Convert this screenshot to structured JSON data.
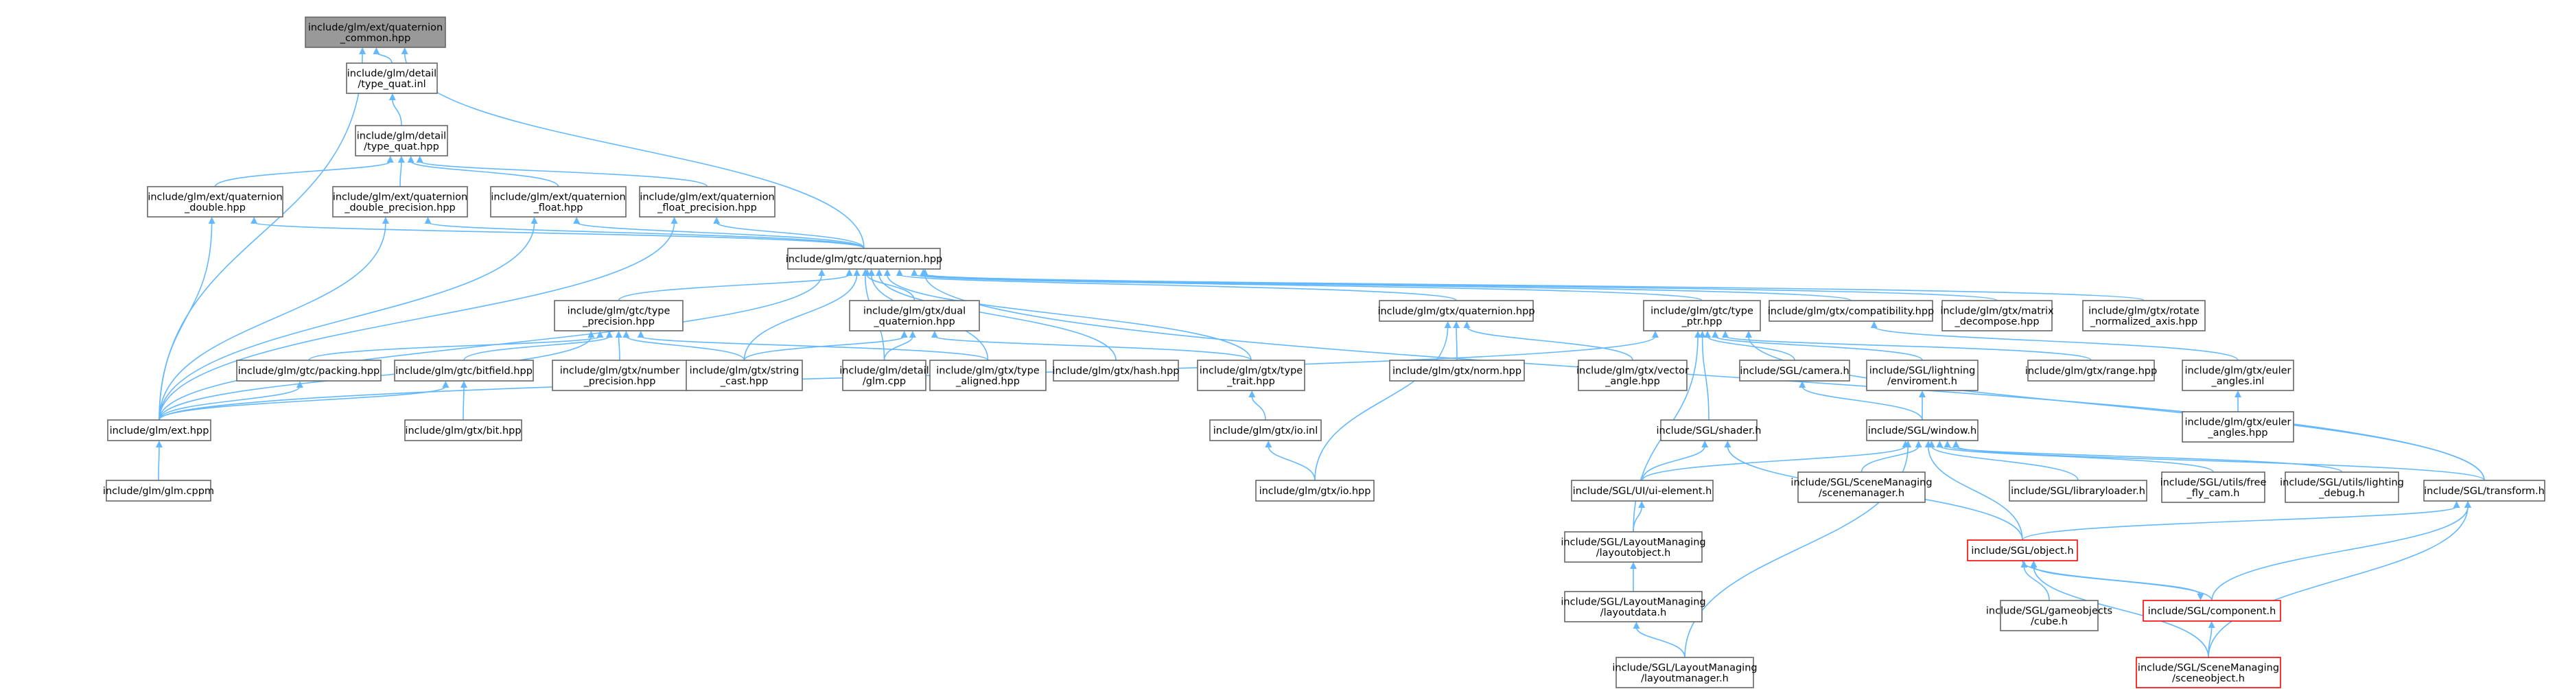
{
  "nodes": [
    {
      "id": "root",
      "lines": [
        "include/glm/ext/quaternion",
        "_common.hpp"
      ],
      "style": "root"
    },
    {
      "id": "type_quat_inl",
      "lines": [
        "include/glm/detail",
        "/type_quat.inl"
      ]
    },
    {
      "id": "type_quat_hpp",
      "lines": [
        "include/glm/detail",
        "/type_quat.hpp"
      ]
    },
    {
      "id": "q_double",
      "lines": [
        "include/glm/ext/quaternion",
        "_double.hpp"
      ]
    },
    {
      "id": "q_double_prec",
      "lines": [
        "include/glm/ext/quaternion",
        "_double_precision.hpp"
      ]
    },
    {
      "id": "q_float",
      "lines": [
        "include/glm/ext/quaternion",
        "_float.hpp"
      ]
    },
    {
      "id": "q_float_prec",
      "lines": [
        "include/glm/ext/quaternion",
        "_float_precision.hpp"
      ]
    },
    {
      "id": "gtc_quat",
      "lines": [
        "include/glm/gtc/quaternion.hpp"
      ]
    },
    {
      "id": "gtc_type_prec",
      "lines": [
        "include/glm/gtc/type",
        "_precision.hpp"
      ]
    },
    {
      "id": "gtx_dual",
      "lines": [
        "include/glm/gtx/dual",
        "_quaternion.hpp"
      ]
    },
    {
      "id": "gtx_quat",
      "lines": [
        "include/glm/gtx/quaternion.hpp"
      ]
    },
    {
      "id": "gtc_type_ptr",
      "lines": [
        "include/glm/gtc/type",
        "_ptr.hpp"
      ]
    },
    {
      "id": "gtx_compat",
      "lines": [
        "include/glm/gtx/compatibility.hpp"
      ]
    },
    {
      "id": "gtx_matdec",
      "lines": [
        "include/glm/gtx/matrix",
        "_decompose.hpp"
      ]
    },
    {
      "id": "gtx_rotnorm",
      "lines": [
        "include/glm/gtx/rotate",
        "_normalized_axis.hpp"
      ]
    },
    {
      "id": "gtc_packing",
      "lines": [
        "include/glm/gtc/packing.hpp"
      ]
    },
    {
      "id": "gtc_bitfield",
      "lines": [
        "include/glm/gtc/bitfield.hpp"
      ]
    },
    {
      "id": "gtx_numprec",
      "lines": [
        "include/glm/gtx/number",
        "_precision.hpp"
      ]
    },
    {
      "id": "gtx_strcast",
      "lines": [
        "include/glm/gtx/string",
        "_cast.hpp"
      ]
    },
    {
      "id": "glm_cpp",
      "lines": [
        "include/glm/detail",
        "/glm.cpp"
      ]
    },
    {
      "id": "gtx_typealigned",
      "lines": [
        "include/glm/gtx/type",
        "_aligned.hpp"
      ]
    },
    {
      "id": "gtx_hash",
      "lines": [
        "include/glm/gtx/hash.hpp"
      ]
    },
    {
      "id": "gtx_typetrait",
      "lines": [
        "include/glm/gtx/type",
        "_trait.hpp"
      ]
    },
    {
      "id": "gtx_norm",
      "lines": [
        "include/glm/gtx/norm.hpp"
      ]
    },
    {
      "id": "gtx_vecangle",
      "lines": [
        "include/glm/gtx/vector",
        "_angle.hpp"
      ]
    },
    {
      "id": "sgl_camera",
      "lines": [
        "include/SGL/camera.h"
      ]
    },
    {
      "id": "sgl_lightenv",
      "lines": [
        "include/SGL/lightning",
        "/enviroment.h"
      ]
    },
    {
      "id": "gtx_range",
      "lines": [
        "include/glm/gtx/range.hpp"
      ]
    },
    {
      "id": "gtx_euler_inl",
      "lines": [
        "include/glm/gtx/euler",
        "_angles.inl"
      ]
    },
    {
      "id": "glm_ext",
      "lines": [
        "include/glm/ext.hpp"
      ]
    },
    {
      "id": "gtx_bit",
      "lines": [
        "include/glm/gtx/bit.hpp"
      ]
    },
    {
      "id": "gtx_io_inl",
      "lines": [
        "include/glm/gtx/io.inl"
      ]
    },
    {
      "id": "gtx_euler_hpp",
      "lines": [
        "include/glm/gtx/euler",
        "_angles.hpp"
      ]
    },
    {
      "id": "glm_cppm",
      "lines": [
        "include/glm/glm.cppm"
      ]
    },
    {
      "id": "gtx_io_hpp",
      "lines": [
        "include/glm/gtx/io.hpp"
      ]
    },
    {
      "id": "sgl_shader",
      "lines": [
        "include/SGL/shader.h"
      ]
    },
    {
      "id": "sgl_window",
      "lines": [
        "include/SGL/window.h"
      ]
    },
    {
      "id": "sgl_ui",
      "lines": [
        "include/SGL/UI/ui-element.h"
      ]
    },
    {
      "id": "sgl_scenemgr",
      "lines": [
        "include/SGL/SceneManaging",
        "/scenemanager.h"
      ]
    },
    {
      "id": "sgl_libloader",
      "lines": [
        "include/SGL/libraryloader.h"
      ]
    },
    {
      "id": "sgl_freefly",
      "lines": [
        "include/SGL/utils/free",
        "_fly_cam.h"
      ]
    },
    {
      "id": "sgl_lightdebug",
      "lines": [
        "include/SGL/utils/lighting",
        "_debug.h"
      ]
    },
    {
      "id": "sgl_transform",
      "lines": [
        "include/SGL/transform.h"
      ]
    },
    {
      "id": "sgl_layoutobj",
      "lines": [
        "include/SGL/LayoutManaging",
        "/layoutobject.h"
      ]
    },
    {
      "id": "sgl_object",
      "lines": [
        "include/SGL/object.h"
      ],
      "style": "red"
    },
    {
      "id": "sgl_layoutdata",
      "lines": [
        "include/SGL/LayoutManaging",
        "/layoutdata.h"
      ]
    },
    {
      "id": "sgl_cube",
      "lines": [
        "include/SGL/gameobjects",
        "/cube.h"
      ]
    },
    {
      "id": "sgl_component",
      "lines": [
        "include/SGL/component.h"
      ],
      "style": "red"
    },
    {
      "id": "sgl_layoutmgr",
      "lines": [
        "include/SGL/LayoutManaging",
        "/layoutmanager.h"
      ]
    },
    {
      "id": "sgl_sceneobj",
      "lines": [
        "include/SGL/SceneManaging",
        "/sceneobject.h"
      ],
      "style": "red"
    }
  ],
  "edges": [
    [
      "type_quat_inl",
      "root"
    ],
    [
      "glm_ext",
      "root"
    ],
    [
      "gtc_quat",
      "root"
    ],
    [
      "type_quat_hpp",
      "type_quat_inl"
    ],
    [
      "q_double",
      "type_quat_hpp"
    ],
    [
      "q_double_prec",
      "type_quat_hpp"
    ],
    [
      "q_float",
      "type_quat_hpp"
    ],
    [
      "q_float_prec",
      "type_quat_hpp"
    ],
    [
      "glm_ext",
      "q_double"
    ],
    [
      "gtc_quat",
      "q_double"
    ],
    [
      "glm_ext",
      "q_double_prec"
    ],
    [
      "gtc_quat",
      "q_double_prec"
    ],
    [
      "glm_ext",
      "q_float"
    ],
    [
      "gtc_quat",
      "q_float"
    ],
    [
      "gtc_quat",
      "q_float_prec"
    ],
    [
      "glm_ext",
      "q_float_prec"
    ],
    [
      "glm_ext",
      "gtc_quat"
    ],
    [
      "gtc_type_prec",
      "gtc_quat"
    ],
    [
      "gtx_dual",
      "gtc_quat"
    ],
    [
      "gtx_quat",
      "gtc_quat"
    ],
    [
      "gtc_type_ptr",
      "gtc_quat"
    ],
    [
      "gtx_compat",
      "gtc_quat"
    ],
    [
      "gtx_matdec",
      "gtc_quat"
    ],
    [
      "gtx_rotnorm",
      "gtc_quat"
    ],
    [
      "gtx_strcast",
      "gtc_quat"
    ],
    [
      "glm_cpp",
      "gtc_quat"
    ],
    [
      "gtx_typealigned",
      "gtc_quat"
    ],
    [
      "gtx_hash",
      "gtc_quat"
    ],
    [
      "gtx_typetrait",
      "gtc_quat"
    ],
    [
      "sgl_transform",
      "gtc_quat"
    ],
    [
      "glm_ext",
      "gtc_type_prec"
    ],
    [
      "gtc_packing",
      "gtc_type_prec"
    ],
    [
      "gtc_bitfield",
      "gtc_type_prec"
    ],
    [
      "gtx_numprec",
      "gtc_type_prec"
    ],
    [
      "gtx_strcast",
      "gtc_type_prec"
    ],
    [
      "gtx_typealigned",
      "gtc_type_prec"
    ],
    [
      "gtx_strcast",
      "gtx_dual"
    ],
    [
      "glm_cpp",
      "gtx_dual"
    ],
    [
      "gtx_typetrait",
      "gtx_dual"
    ],
    [
      "gtx_norm",
      "gtx_quat"
    ],
    [
      "gtx_vecangle",
      "gtx_quat"
    ],
    [
      "gtx_io_hpp",
      "gtx_quat"
    ],
    [
      "glm_ext",
      "gtc_type_ptr"
    ],
    [
      "sgl_camera",
      "gtc_type_ptr"
    ],
    [
      "sgl_lightenv",
      "gtc_type_ptr"
    ],
    [
      "gtx_range",
      "gtc_type_ptr"
    ],
    [
      "sgl_shader",
      "gtc_type_ptr"
    ],
    [
      "sgl_layoutobj",
      "gtc_type_ptr"
    ],
    [
      "sgl_transform",
      "gtc_type_ptr"
    ],
    [
      "gtx_euler_inl",
      "gtx_compat"
    ],
    [
      "glm_ext",
      "gtc_packing"
    ],
    [
      "glm_ext",
      "gtc_bitfield"
    ],
    [
      "gtx_bit",
      "gtc_bitfield"
    ],
    [
      "gtx_io_inl",
      "gtx_typetrait"
    ],
    [
      "gtx_io_hpp",
      "gtx_io_inl"
    ],
    [
      "gtx_euler_hpp",
      "gtx_euler_inl"
    ],
    [
      "glm_cppm",
      "glm_ext"
    ],
    [
      "sgl_window",
      "sgl_camera"
    ],
    [
      "sgl_window",
      "sgl_lightenv"
    ],
    [
      "sgl_ui",
      "sgl_shader"
    ],
    [
      "sgl_object",
      "sgl_shader"
    ],
    [
      "sgl_ui",
      "sgl_window"
    ],
    [
      "sgl_scenemgr",
      "sgl_window"
    ],
    [
      "sgl_libloader",
      "sgl_window"
    ],
    [
      "sgl_freefly",
      "sgl_window"
    ],
    [
      "sgl_lightdebug",
      "sgl_window"
    ],
    [
      "sgl_transform",
      "sgl_window"
    ],
    [
      "sgl_object",
      "sgl_window"
    ],
    [
      "sgl_layoutmgr",
      "sgl_window"
    ],
    [
      "sgl_layoutobj",
      "sgl_ui"
    ],
    [
      "sgl_object",
      "sgl_transform"
    ],
    [
      "sgl_component",
      "sgl_transform"
    ],
    [
      "sgl_sceneobj",
      "sgl_transform"
    ],
    [
      "sgl_layoutdata",
      "sgl_layoutobj"
    ],
    [
      "sgl_cube",
      "sgl_object"
    ],
    [
      "sgl_component",
      "sgl_object"
    ],
    [
      "sgl_sceneobj",
      "sgl_object"
    ],
    [
      "sgl_layoutmgr",
      "sgl_layoutdata"
    ],
    [
      "sgl_object",
      "sgl_component"
    ],
    [
      "sgl_sceneobj",
      "sgl_component"
    ]
  ],
  "colors": {
    "edge": "#63b8ff",
    "node_border": "#666666",
    "root_fill": "#999999",
    "highlight_border": "#ff0000"
  }
}
